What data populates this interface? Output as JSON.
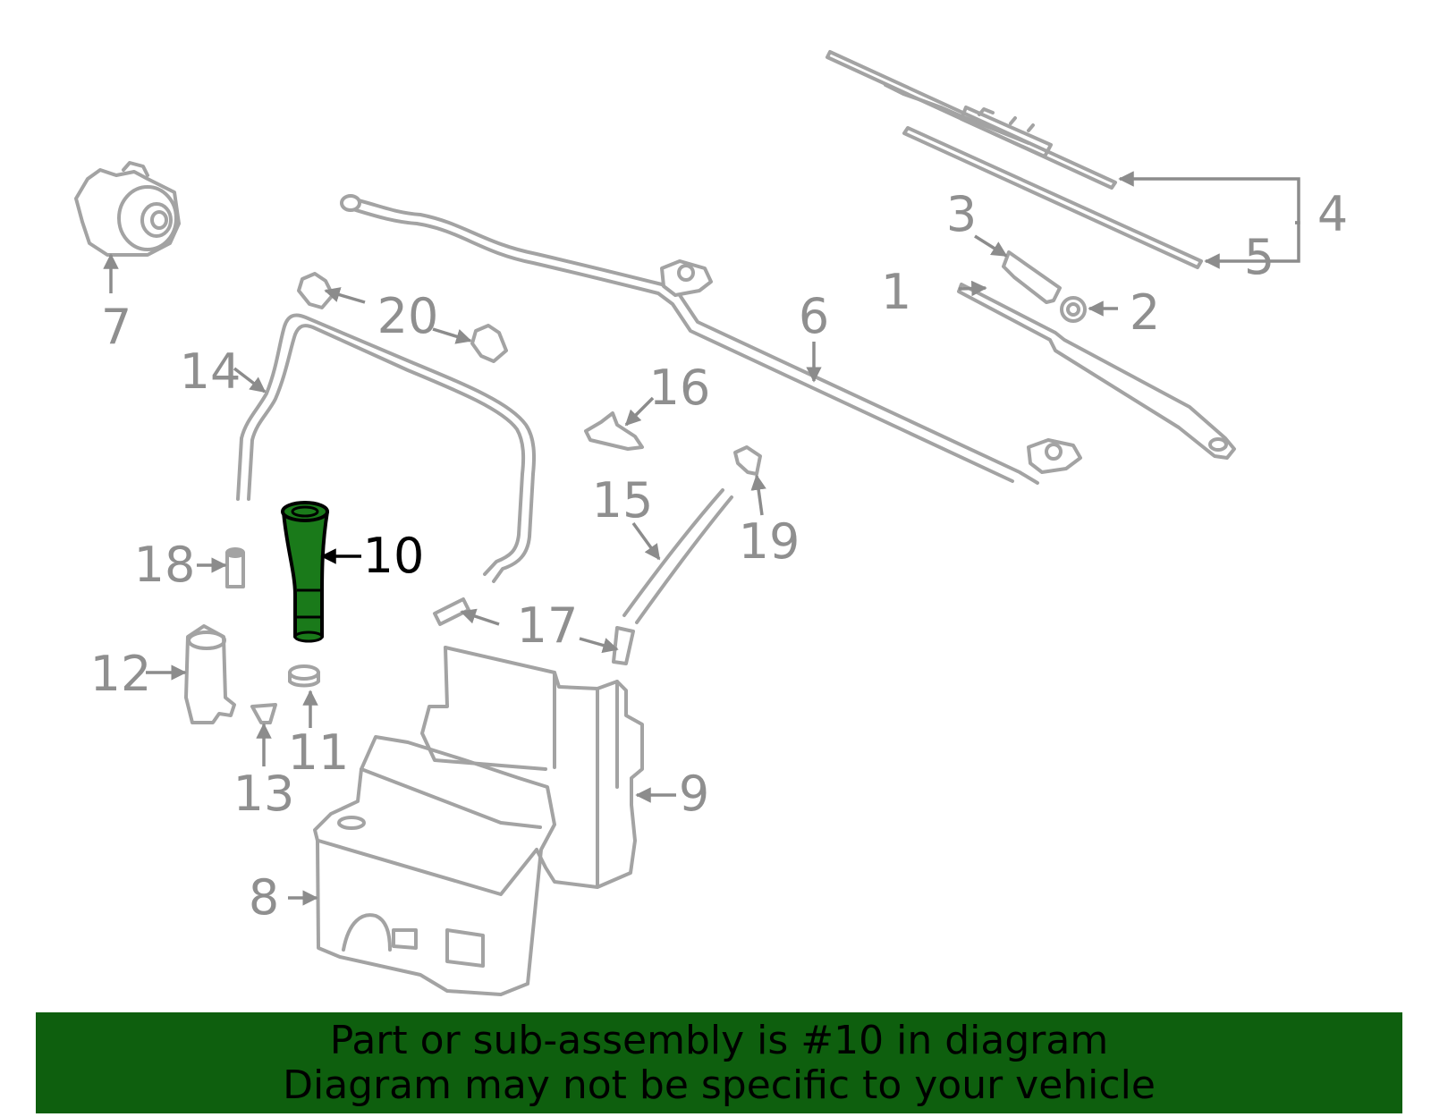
{
  "diagram": {
    "highlight_part": "10",
    "highlight_color": "#1a7a1a",
    "part_color": "#a3a3a3",
    "callouts": [
      {
        "id": "c1",
        "label": "1"
      },
      {
        "id": "c2",
        "label": "2"
      },
      {
        "id": "c3",
        "label": "3"
      },
      {
        "id": "c4",
        "label": "4"
      },
      {
        "id": "c5",
        "label": "5"
      },
      {
        "id": "c6",
        "label": "6"
      },
      {
        "id": "c7",
        "label": "7"
      },
      {
        "id": "c8",
        "label": "8"
      },
      {
        "id": "c9",
        "label": "9"
      },
      {
        "id": "c10",
        "label": "10"
      },
      {
        "id": "c11",
        "label": "11"
      },
      {
        "id": "c12",
        "label": "12"
      },
      {
        "id": "c13",
        "label": "13"
      },
      {
        "id": "c14",
        "label": "14"
      },
      {
        "id": "c15",
        "label": "15"
      },
      {
        "id": "c16",
        "label": "16"
      },
      {
        "id": "c17",
        "label": "17"
      },
      {
        "id": "c18",
        "label": "18"
      },
      {
        "id": "c19",
        "label": "19"
      },
      {
        "id": "c20",
        "label": "20"
      }
    ]
  },
  "banner": {
    "background": "#0e5f0e",
    "line1": "Part or sub-assembly is #10 in diagram",
    "line2": "Diagram may not be specific to your vehicle"
  }
}
